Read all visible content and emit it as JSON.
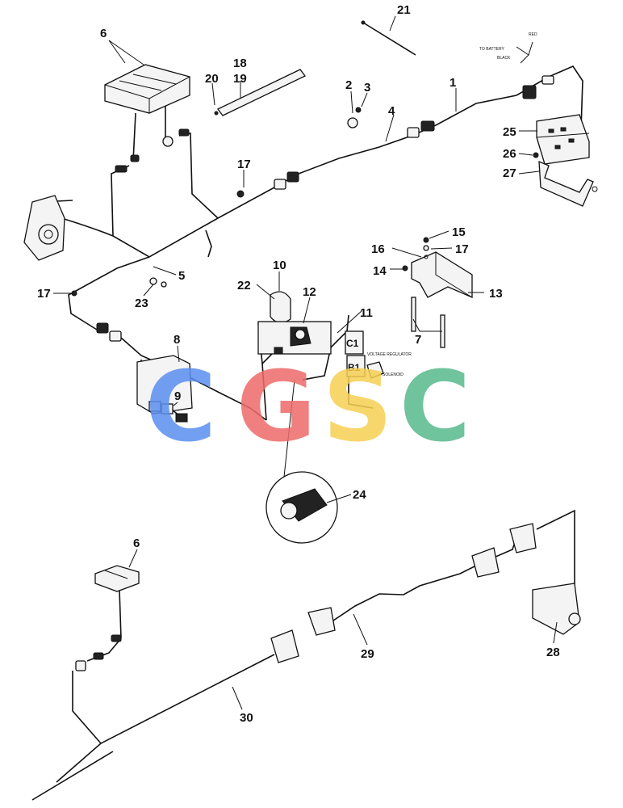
{
  "callouts": [
    "1",
    "2",
    "3",
    "4",
    "5",
    "6",
    "7",
    "8",
    "9",
    "10",
    "11",
    "12",
    "13",
    "14",
    "15",
    "16",
    "17",
    "18",
    "19",
    "20",
    "21",
    "22",
    "23",
    "24",
    "25",
    "26",
    "27",
    "28",
    "29",
    "30"
  ],
  "labels": {
    "c1": "C1",
    "b1": "B1",
    "voltage_regulator": "VOLTAGE REGULATOR",
    "solenoid": "SOLENOID",
    "to_battery": "TO BATTERY",
    "black": "BLACK",
    "red": "RED"
  },
  "watermark": {
    "letters": [
      "C",
      "G",
      "S",
      "C"
    ],
    "colors": [
      "#5b8ff0",
      "#ee6b6b",
      "#f6cf52",
      "#57b98c"
    ]
  }
}
